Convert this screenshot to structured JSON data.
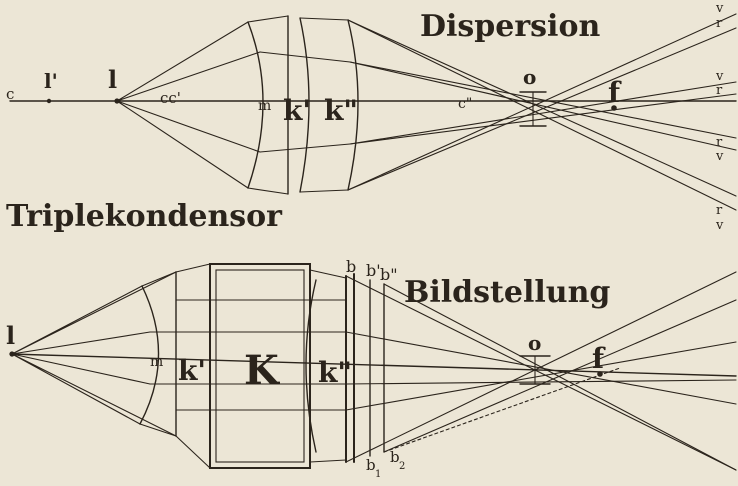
{
  "top": {
    "heading": "Dispersion",
    "labels": {
      "c": "c",
      "l_prime": "l'",
      "l": "l",
      "cc_prime": "cc'",
      "m": "m",
      "k_prime": "k'",
      "k_dprime": "k\"",
      "c_dprime": "c\"",
      "o": "o",
      "f": "f"
    },
    "ray_marks": [
      {
        "top": "v",
        "bottom": "r"
      },
      {
        "top": "v",
        "bottom": "r"
      },
      {
        "top": "r",
        "bottom": "v"
      },
      {
        "top": "r",
        "bottom": "v"
      }
    ]
  },
  "bottom": {
    "heading": "Triplekondensor",
    "subheading": "Bildstellung",
    "labels": {
      "l": "l",
      "m": "m",
      "k_prime": "k'",
      "K": "K",
      "k_dprime": "k\"",
      "b": "b",
      "b_prime": "b'",
      "b_dprime": "b\"",
      "o": "o",
      "f": "f",
      "b1": "b",
      "b1_sub": "1",
      "b2": "b",
      "b2_sub": "2"
    }
  }
}
